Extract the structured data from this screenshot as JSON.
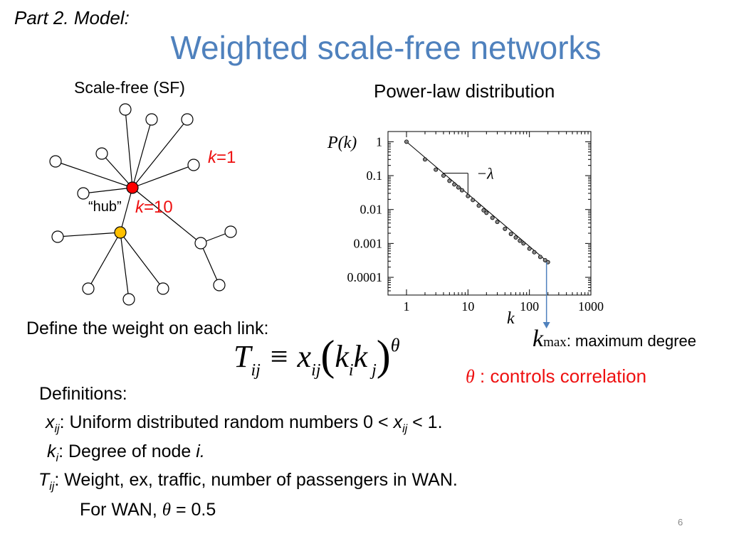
{
  "slide": {
    "part_label": "Part 2. Model:",
    "title": "Weighted scale-free networks",
    "page_number": "6"
  },
  "network": {
    "caption": "Scale-free (SF)",
    "k1_var": "k",
    "k1_rest": "=1",
    "hub_text": "“hub”",
    "k10_var": "k",
    "k10_rest": "=10",
    "hub_color": "#ff0000",
    "secondary_color": "#ffc000"
  },
  "powerlaw": {
    "caption": "Power-law distribution",
    "y_label": "P(k)",
    "x_label": "k",
    "slope_label": "−λ",
    "y_ticks": [
      "1",
      "0.1",
      "0.01",
      "0.001",
      "0.0001"
    ],
    "x_ticks": [
      "1",
      "10",
      "100",
      "1000"
    ],
    "kmax_arrow_color": "#4f81bd"
  },
  "chart_data": {
    "type": "scatter",
    "title": "Power-law distribution",
    "xlabel": "k",
    "ylabel": "P(k)",
    "log_x": true,
    "log_y": true,
    "xlim": [
      0.5,
      1000
    ],
    "ylim": [
      3e-05,
      2
    ],
    "x_ticks": [
      "1",
      "10",
      "100",
      "1000"
    ],
    "y_ticks": [
      "1",
      "0.1",
      "0.01",
      "0.001",
      "0.0001"
    ],
    "slope_annotation": "−λ",
    "points": [
      {
        "x": 1,
        "y": 1
      },
      {
        "x": 2,
        "y": 0.3
      },
      {
        "x": 3,
        "y": 0.15
      },
      {
        "x": 4,
        "y": 0.1
      },
      {
        "x": 5,
        "y": 0.07
      },
      {
        "x": 6,
        "y": 0.055
      },
      {
        "x": 7,
        "y": 0.045
      },
      {
        "x": 8,
        "y": 0.037
      },
      {
        "x": 10,
        "y": 0.025
      },
      {
        "x": 12,
        "y": 0.019
      },
      {
        "x": 15,
        "y": 0.013
      },
      {
        "x": 18,
        "y": 0.0095
      },
      {
        "x": 20,
        "y": 0.008
      },
      {
        "x": 25,
        "y": 0.0057
      },
      {
        "x": 30,
        "y": 0.0043
      },
      {
        "x": 40,
        "y": 0.0027
      },
      {
        "x": 50,
        "y": 0.0019
      },
      {
        "x": 60,
        "y": 0.0015
      },
      {
        "x": 70,
        "y": 0.0012
      },
      {
        "x": 80,
        "y": 0.001
      },
      {
        "x": 100,
        "y": 0.0007
      },
      {
        "x": 120,
        "y": 0.00055
      },
      {
        "x": 150,
        "y": 0.0004
      },
      {
        "x": 180,
        "y": 0.00032
      },
      {
        "x": 200,
        "y": 0.00028
      }
    ]
  },
  "weight": {
    "define_text": "Define the weight on each link:",
    "formula_T": "T",
    "formula_ij": "ij",
    "formula_equiv": " ≡ x",
    "formula_ij2": "ij",
    "formula_open": "(",
    "formula_k1": "k",
    "formula_i": "i",
    "formula_k2": "k",
    "formula_j": " j",
    "formula_close": ")",
    "formula_theta": "θ",
    "kmax_k": "k",
    "kmax_sub": "max",
    "kmax_text": ": maximum degree",
    "theta_symbol": "θ",
    "theta_text": " : controls  correlation"
  },
  "definitions": {
    "heading": "Definitions:",
    "x_var": "x",
    "x_sub": "ij",
    "x_text": ":  Uniform distributed random numbers 0 < ",
    "x_var2": "x",
    "x_sub2": "ij",
    "x_text2": " < 1.",
    "k_var": "k",
    "k_sub": "i",
    "k_text": ":  Degree of node ",
    "k_node": "i.",
    "t_var": "T",
    "t_sub": "ij",
    "t_text": ":   Weight, ex, traffic, number of passengers in WAN.",
    "wan_text": "For WAN, ",
    "wan_theta": "θ",
    "wan_value": " = 0.5"
  }
}
